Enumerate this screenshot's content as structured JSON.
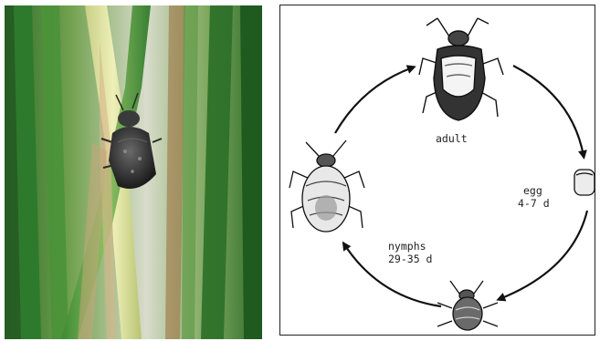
{
  "diagram": {
    "stages": [
      {
        "id": "adult",
        "label": "adult"
      },
      {
        "id": "egg",
        "label": "egg",
        "duration": "4-7 d"
      },
      {
        "id": "nymphs",
        "label": "nymphs",
        "duration": "29-35 d"
      }
    ]
  }
}
